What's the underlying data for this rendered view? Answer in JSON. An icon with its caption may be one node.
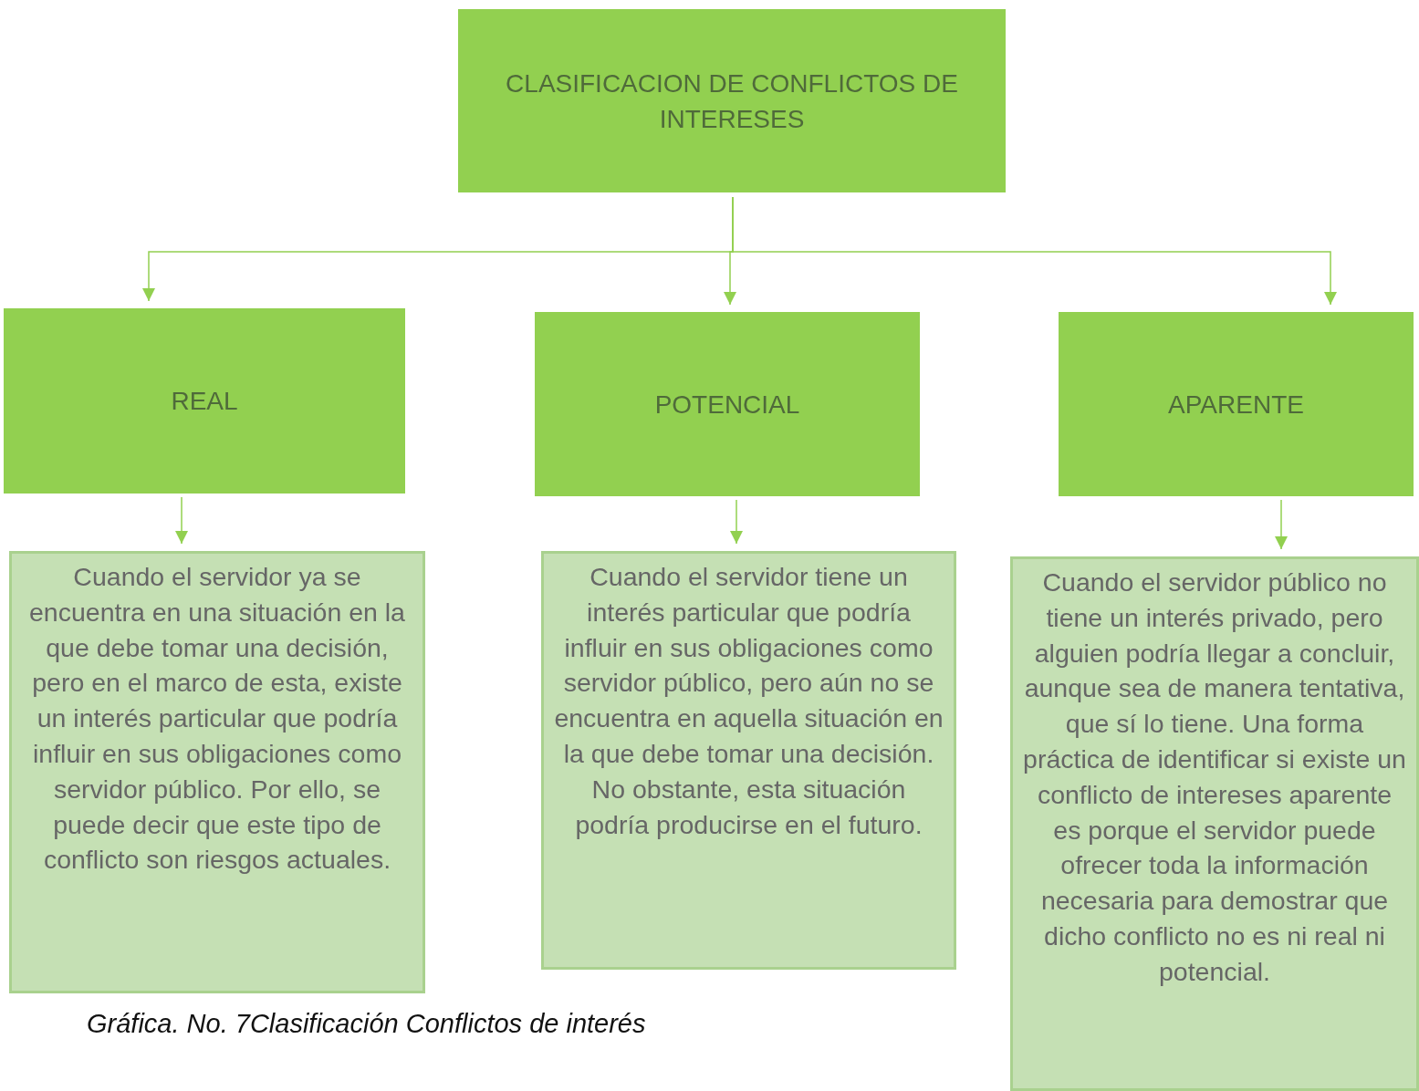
{
  "diagram": {
    "caption": "Gráfica. No. 7Clasificación Conflictos de interés",
    "nodes": [
      {
        "text": [
          "CLASIFICACION DE CONFLICTOS DE INTERESES"
        ]
      },
      {
        "text": [
          "REAL"
        ]
      },
      {
        "text": [
          "POTENCIAL"
        ]
      },
      {
        "text": [
          "APARENTE"
        ]
      },
      {
        "text": [
          "Cuando el servidor ya se encuentra en una situación en la que debe tomar una decisión, pero en el marco de esta, existe un interés particular que podría influir en sus obligaciones como servidor público. Por ello, se puede decir que este tipo de conflicto son riesgos actuales."
        ]
      },
      {
        "text": [
          "Cuando el servidor tiene un interés particular que podría influir en sus obligaciones como servidor público, pero aún no se encuentra en aquella situación en la que debe tomar una decisión. No obstante, esta situación podría producirse en el futuro."
        ]
      },
      {
        "text": [
          "Cuando el servidor público no tiene un interés privado, pero alguien podría llegar a concluir, aunque sea de manera tentativa, que sí lo tiene. Una forma práctica de identificar si existe un conflicto de intereses aparente es porque el servidor puede ofrecer toda la información necesaria para demostrar que dicho conflicto no es ni real ni potencial."
        ]
      }
    ],
    "edges": [
      {
        "from": 0,
        "to": 1,
        "arrow": "to"
      },
      {
        "from": 0,
        "to": 2,
        "arrow": "to"
      },
      {
        "from": 0,
        "to": 3,
        "arrow": "to"
      },
      {
        "from": 1,
        "to": 4,
        "arrow": "to"
      },
      {
        "from": 2,
        "to": 5,
        "arrow": "to"
      },
      {
        "from": 3,
        "to": 6,
        "arrow": "to"
      }
    ]
  }
}
